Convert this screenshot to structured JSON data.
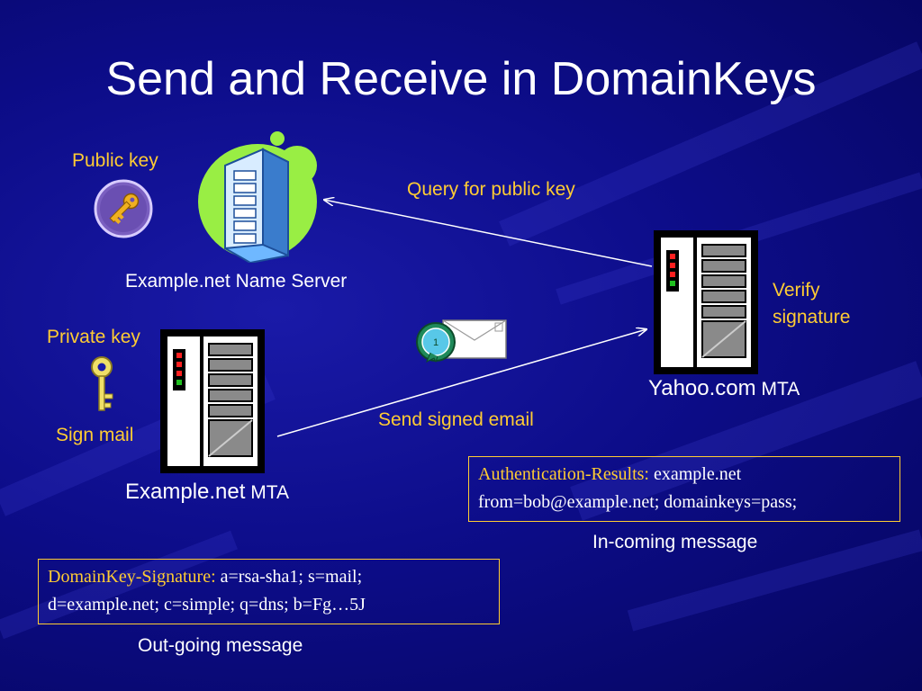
{
  "slide": {
    "title": "Send and Receive in DomainKeys"
  },
  "name_server": {
    "caption": "Example.net Name Server",
    "public_key_label": "Public key"
  },
  "sender": {
    "private_key_label": "Private key",
    "sign_label": "Sign mail",
    "caption_main": "Example.net",
    "caption_suffix": "MTA"
  },
  "receiver": {
    "verify_label_line1": "Verify",
    "verify_label_line2": "signature",
    "caption_main": "Yahoo.com",
    "caption_suffix": "MTA"
  },
  "arrows": {
    "query_label": "Query for public key",
    "send_label": "Send signed email"
  },
  "incoming": {
    "header_key": "Authentication-Results:",
    "line1_value": "example.net",
    "line2": "from=bob@example.net; domainkeys=pass;",
    "caption": "In-coming message"
  },
  "outgoing": {
    "header_key": "DomainKey-Signature:",
    "line1_value": "a=rsa-sha1; s=mail;",
    "line2": "d=example.net; c=simple; q=dns; b=Fg…5J",
    "caption": "Out-going message"
  },
  "colors": {
    "accent_label": "#ffcc33",
    "text": "#ffffff",
    "background": "#0d0d8a",
    "server_blob": "#99ee44"
  }
}
